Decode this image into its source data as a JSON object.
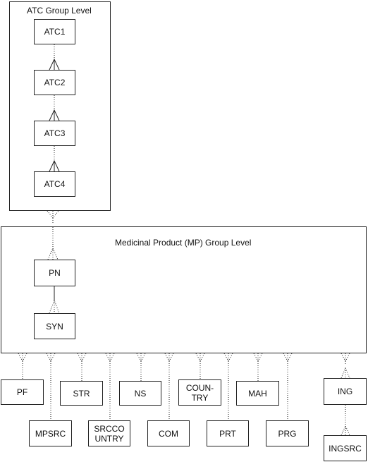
{
  "atc_group": {
    "title": "ATC Group Level",
    "nodes": [
      "ATC1",
      "ATC2",
      "ATC3",
      "ATC4"
    ]
  },
  "mp_group": {
    "title": "Medicinal Product (MP) Group Level",
    "nodes": [
      "PN",
      "SYN"
    ]
  },
  "entities": {
    "pf": "PF",
    "mpsrc": "MPSRC",
    "str": "STR",
    "srccountry": "SRCCO UNTRY",
    "ns": "NS",
    "com": "COM",
    "country": "COUN-\nTRY",
    "prt": "PRT",
    "mah": "MAH",
    "prg": "PRG",
    "ing": "ING",
    "ingsrc": "INGSRC"
  }
}
